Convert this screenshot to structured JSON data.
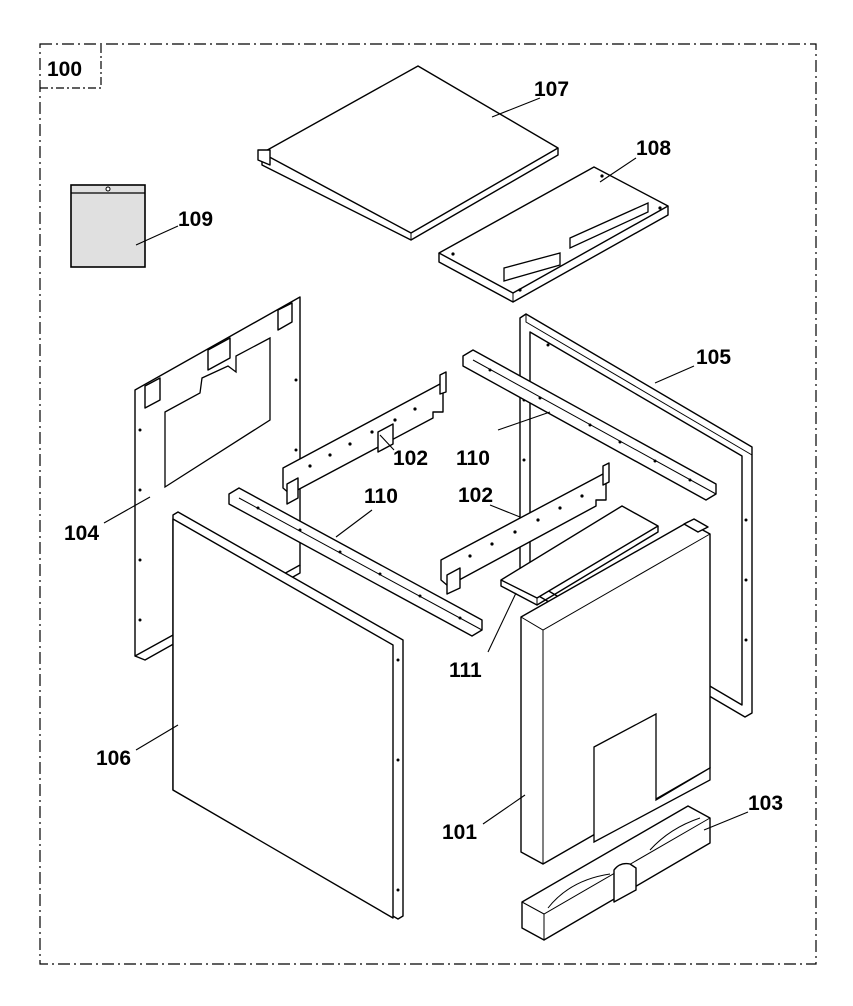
{
  "diagram": {
    "assembly_label": "100",
    "callouts": {
      "p101": "101",
      "p102a": "102",
      "p102b": "102",
      "p103": "103",
      "p104": "104",
      "p105": "105",
      "p106": "106",
      "p107": "107",
      "p108": "108",
      "p109": "109",
      "p110a": "110",
      "p110b": "110",
      "p111": "111"
    },
    "colors": {
      "line": "#000000",
      "background": "#ffffff",
      "label_fill": "#e0e0e0"
    }
  }
}
